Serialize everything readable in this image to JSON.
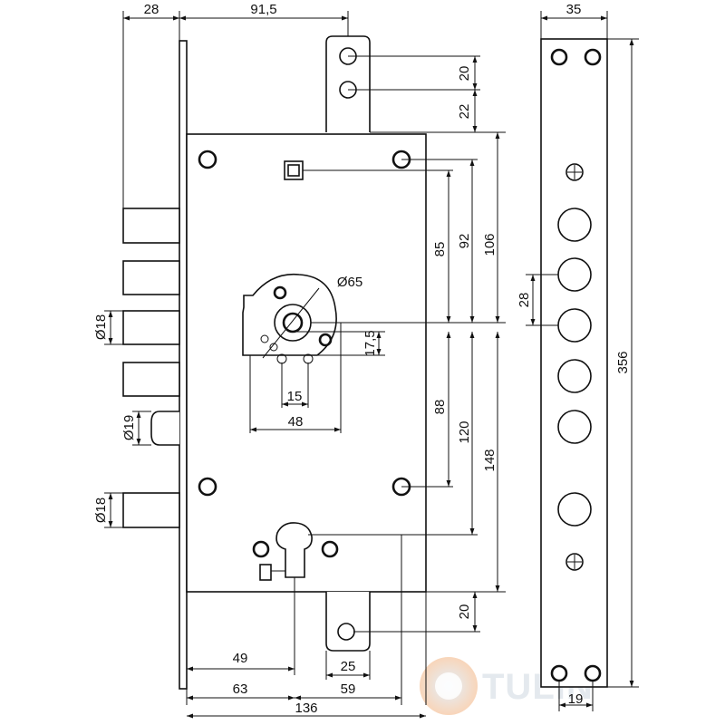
{
  "lock_body": {
    "top_width": "91,5",
    "backset_plate": "28",
    "top_bolt_spacing": "20",
    "top_bolt_offset": "22",
    "follower_to_screw": "85",
    "follower_to_body_top_inner": "92",
    "follower_to_body_top": "106",
    "spindle_diameter": "Ø65",
    "spindle_offset": "17,5",
    "spindle_hole_spacing": "15",
    "spindle_width": "48",
    "follower_to_lower_screw": "88",
    "follower_to_cylinder": "120",
    "follower_to_body_bottom": "148",
    "bottom_bolt_spacing": "20",
    "bolt_diameter_upper": "Ø18",
    "latch_diameter": "Ø19",
    "bolt_diameter_lower": "Ø18",
    "cylinder_offset": "49",
    "bottom_bolt_width": "25",
    "cylinder_to_edge": "63",
    "bottom_bolt_to_edge": "59",
    "total_width": "136"
  },
  "faceplate": {
    "width": "35",
    "length": "356",
    "bolt_spacing": "28",
    "bottom_hole_spacing": "19"
  },
  "watermark": {
    "text": "TULIN",
    "colors": {
      "ring": "#f3c6a0",
      "inner": "#cfe3f5",
      "text": "#e4e9ee"
    }
  }
}
